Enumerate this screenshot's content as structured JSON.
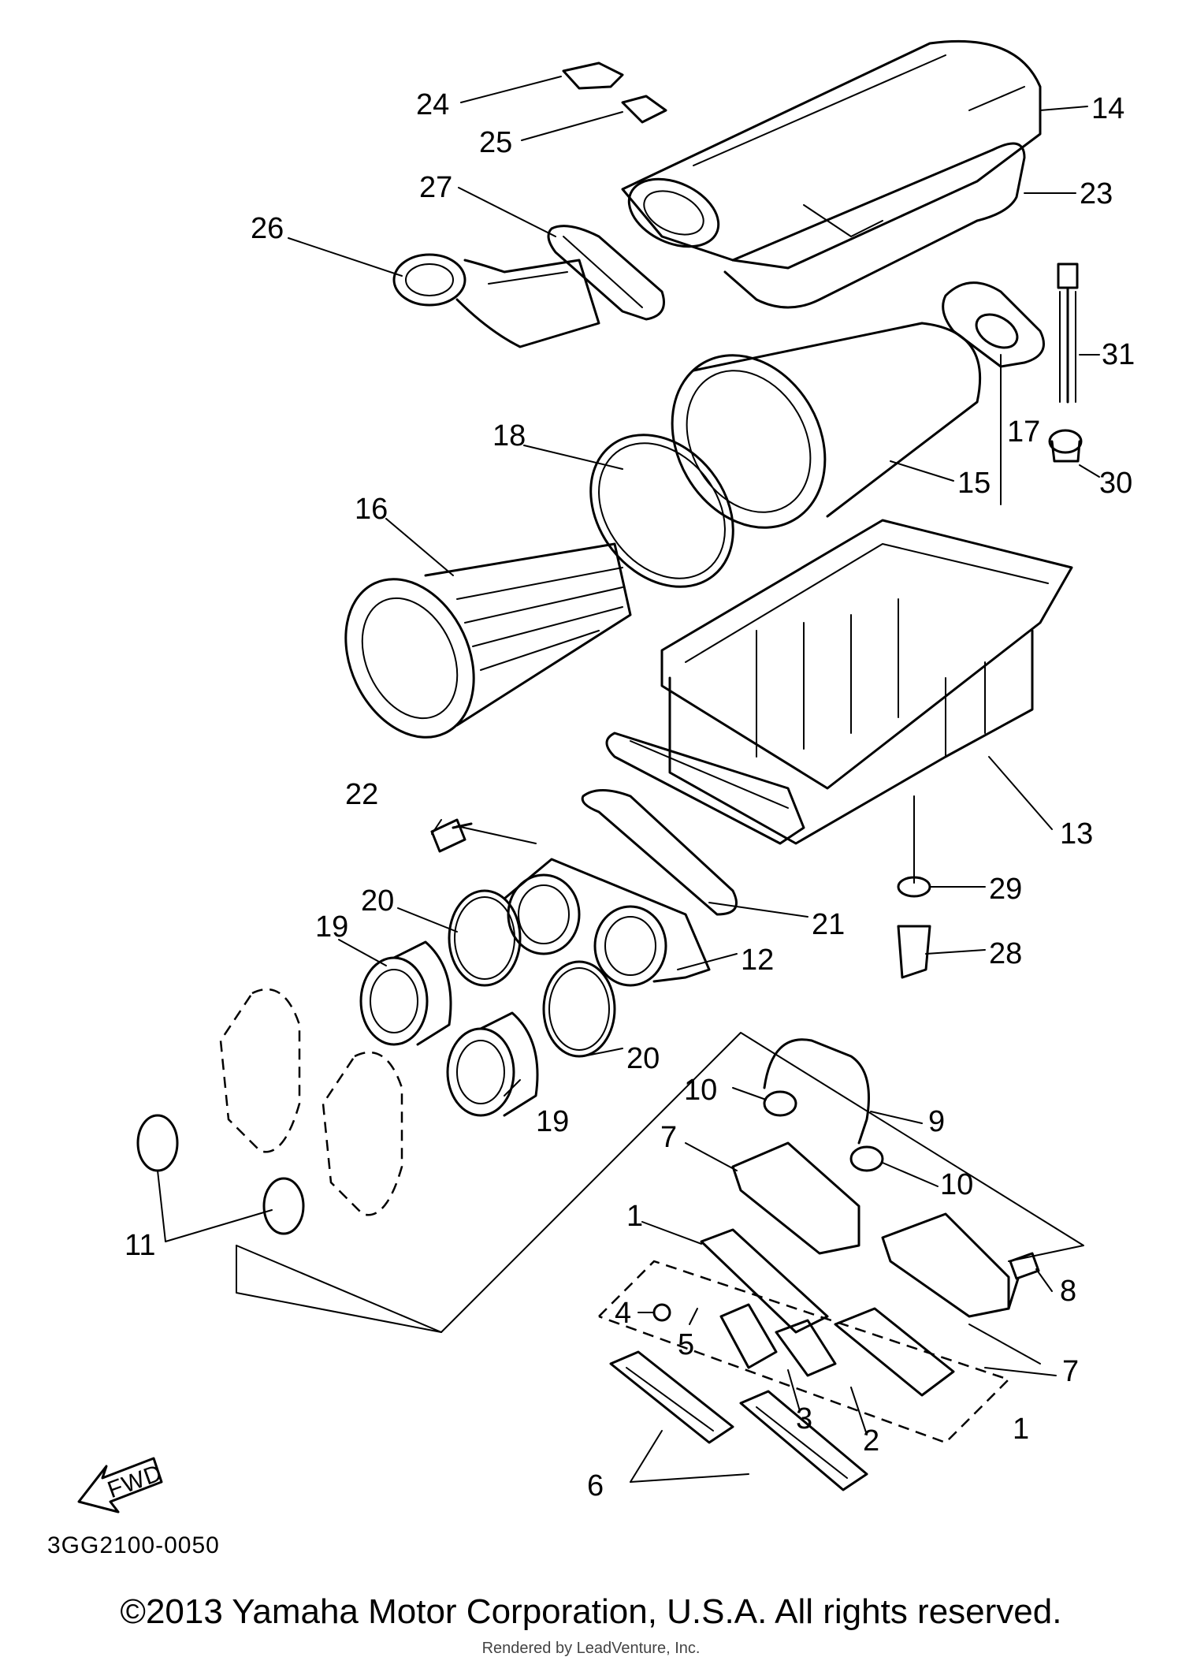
{
  "diagram": {
    "part_number": "3GG2100-0050",
    "fwd_label": "FWD",
    "callouts": [
      "24",
      "25",
      "14",
      "27",
      "23",
      "26",
      "31",
      "17",
      "18",
      "15",
      "30",
      "16",
      "22",
      "13",
      "20",
      "21",
      "29",
      "19",
      "12",
      "28",
      "20",
      "10",
      "9",
      "19",
      "7",
      "10",
      "1",
      "8",
      "11",
      "4",
      "5",
      "3",
      "2",
      "7",
      "1",
      "6"
    ]
  },
  "footer": {
    "copyright": "©2013 Yamaha Motor Corporation, U.S.A. All rights reserved.",
    "rendered_by": "Rendered by LeadVenture, Inc."
  }
}
